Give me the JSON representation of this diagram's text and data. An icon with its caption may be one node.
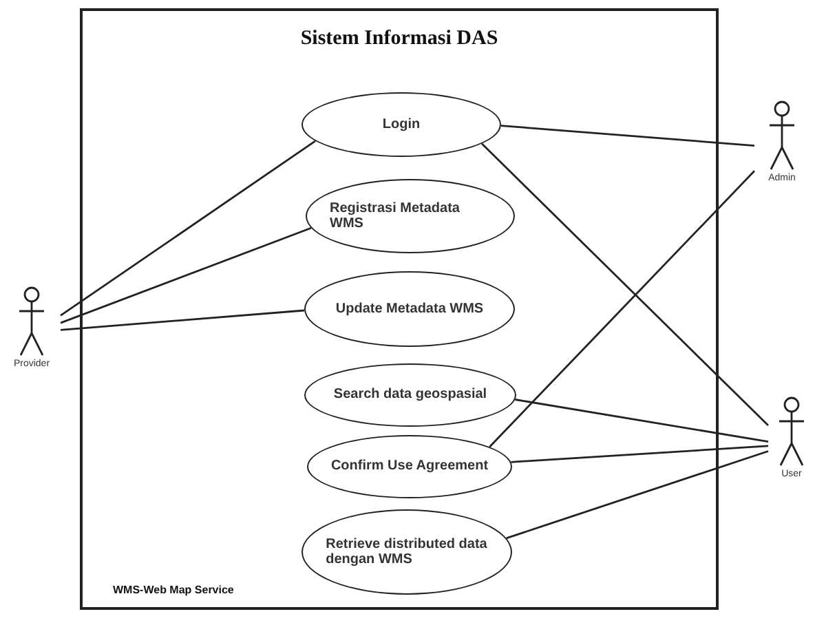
{
  "diagram": {
    "nodes": [
      {
        "text": [
          "Sistem Informasi DAS"
        ]
      },
      {
        "text": [
          "Login"
        ],
        "in": 0
      },
      {
        "text": [
          "Registrasi Metadata WMS"
        ],
        "in": 0
      },
      {
        "text": [
          "Update Metadata WMS"
        ],
        "in": 0
      },
      {
        "text": [
          "Search data geospasial"
        ],
        "in": 0
      },
      {
        "text": [
          "Confirm Use Agreement"
        ],
        "in": 0
      },
      {
        "text": [
          "Retrieve distributed data dengan WMS"
        ],
        "in": 0
      },
      {
        "text": [
          "Provider"
        ]
      },
      {
        "text": [
          "Admin"
        ]
      },
      {
        "text": [
          "User"
        ]
      }
    ],
    "edges": [
      {
        "from": 7,
        "to": 1,
        "arrow": "none"
      },
      {
        "from": 7,
        "to": 2,
        "arrow": "none"
      },
      {
        "from": 7,
        "to": 3,
        "arrow": "none"
      },
      {
        "from": 1,
        "to": 8,
        "arrow": "none"
      },
      {
        "from": 1,
        "to": 9,
        "arrow": "none"
      },
      {
        "from": 5,
        "to": 8,
        "arrow": "none"
      },
      {
        "from": 4,
        "to": 9,
        "arrow": "none"
      },
      {
        "from": 5,
        "to": 9,
        "arrow": "none"
      },
      {
        "from": 6,
        "to": 9,
        "arrow": "none"
      }
    ],
    "labels": [
      "WMS-Web Map Service"
    ]
  }
}
